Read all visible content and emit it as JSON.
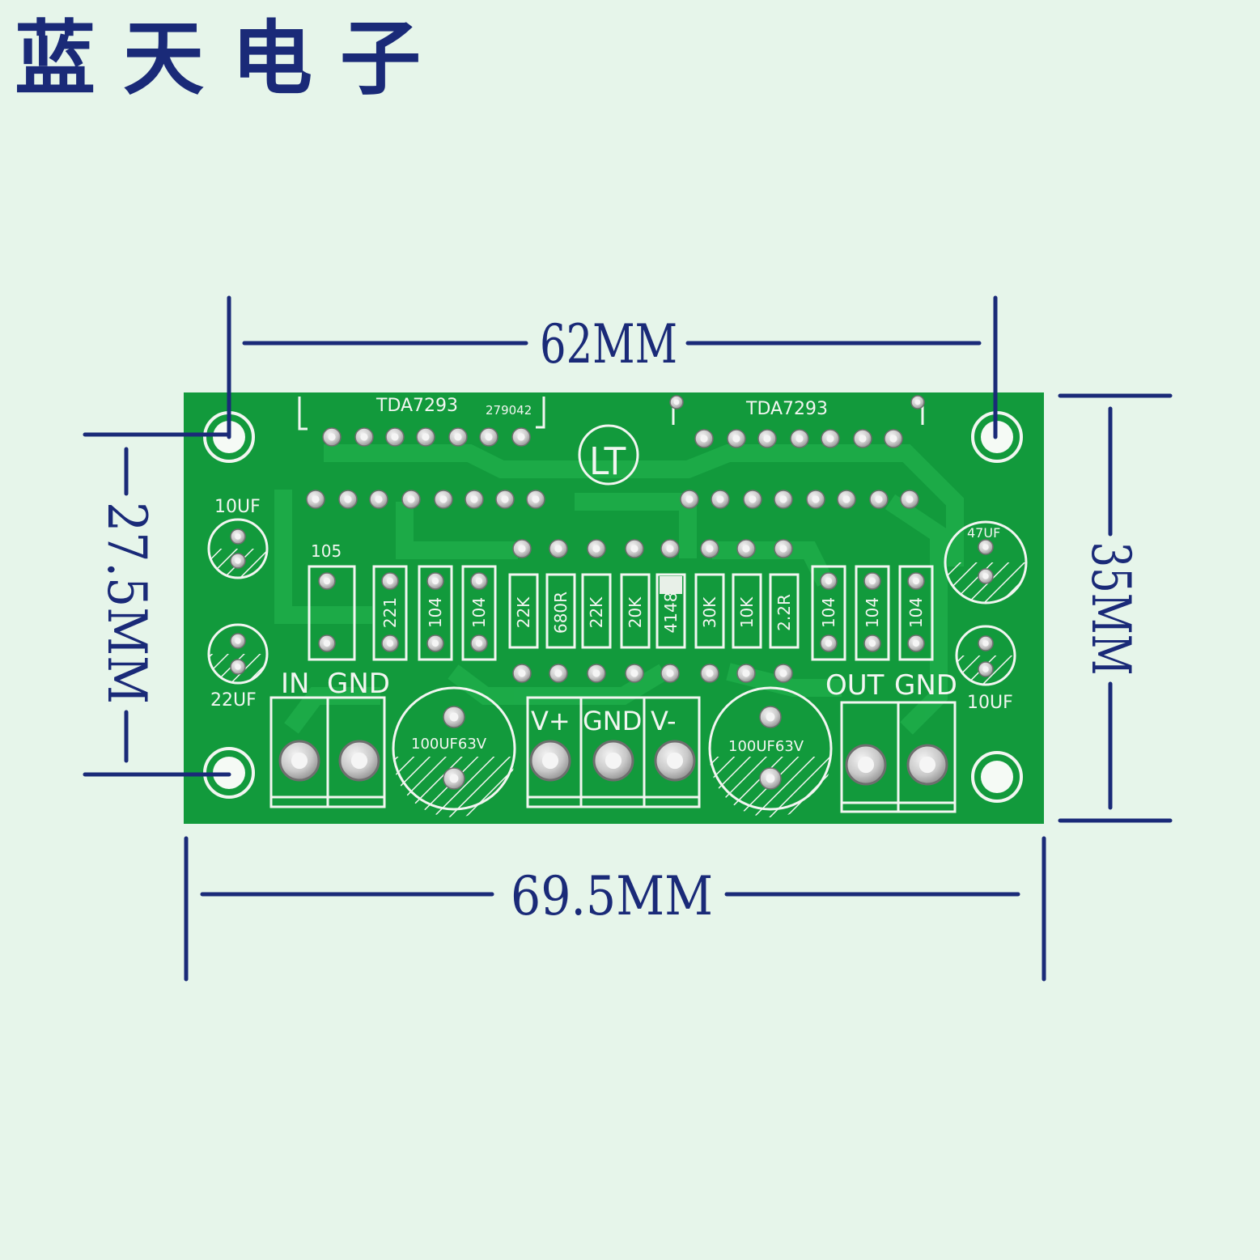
{
  "brand": "蓝天电子",
  "dimensions": {
    "top_width": "62MM",
    "bottom_width": "69.5MM",
    "left_height": "27.5MM",
    "right_height": "35MM"
  },
  "pcb": {
    "chip_left": "TDA7293",
    "chip_right": "TDA7293",
    "serial": "279042",
    "logo_text": "LT",
    "cap_tl": "10UF",
    "cap_bl": "22UF",
    "cap_tr": "47UF",
    "cap_br": "10UF",
    "cap_105": "105",
    "big_cap_left": "100UF63V",
    "big_cap_right": "100UF63V",
    "components": [
      "221",
      "104",
      "104",
      "22K",
      "680R",
      "22K",
      "20K",
      "4148",
      "30K",
      "10K",
      "2.2R",
      "104",
      "104",
      "104"
    ],
    "terminal_in": "IN",
    "terminal_in_gnd": "GND",
    "terminal_vplus": "V+",
    "terminal_gnd": "GND",
    "terminal_vminus": "V-",
    "terminal_out": "OUT",
    "terminal_out_gnd": "GND"
  },
  "colors": {
    "board": "#129a3c",
    "dimension_lines": "#1a2a78",
    "background": "#e6f5ea",
    "silkscreen": "#f2f6f1"
  }
}
